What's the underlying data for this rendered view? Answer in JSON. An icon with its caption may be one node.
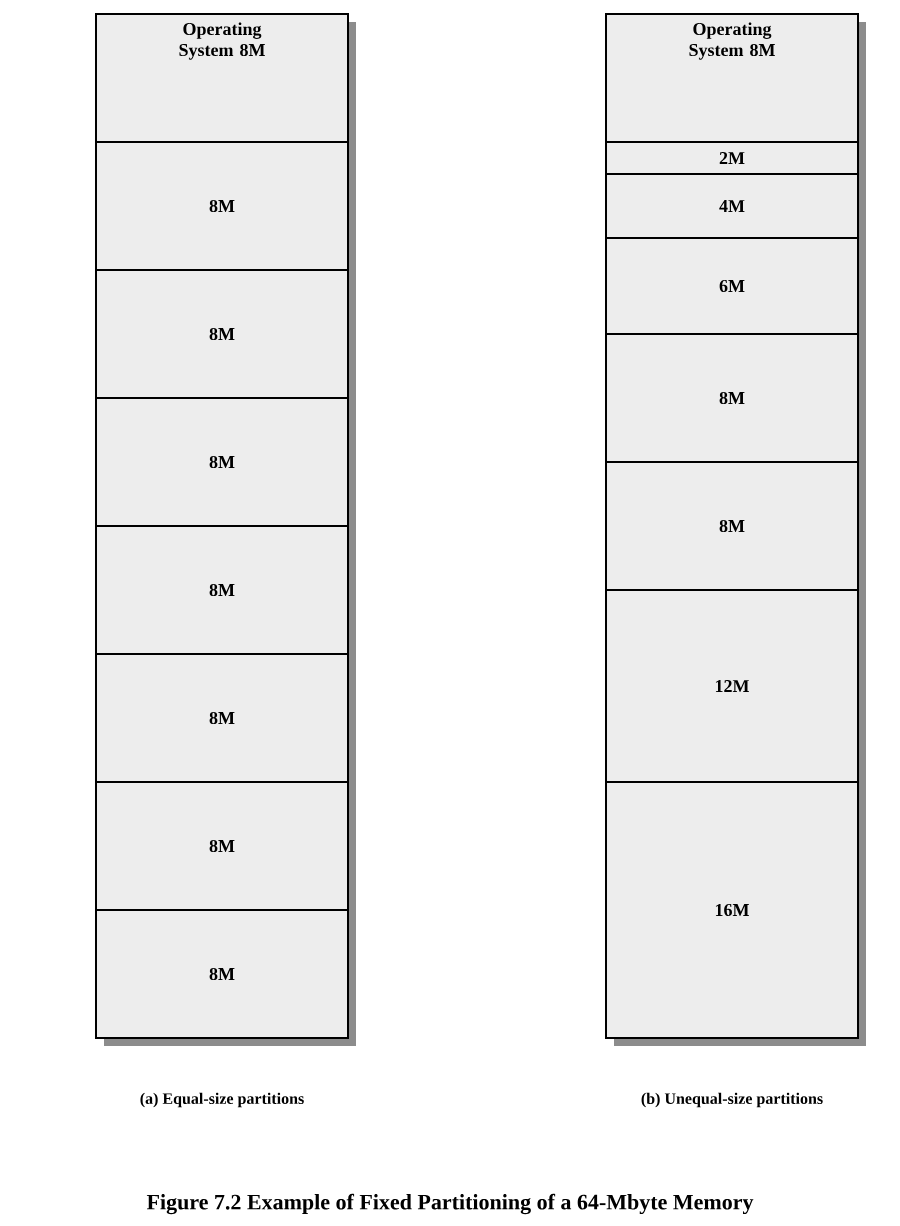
{
  "diagram": {
    "caption": "Figure 7.2  Example of Fixed Partitioning of a 64-Mbyte Memory",
    "nodes": [
      {
        "text": [
          "Operating System 8M"
        ]
      },
      {
        "text": [
          "8M"
        ]
      },
      {
        "text": [
          "8M"
        ]
      },
      {
        "text": [
          "8M"
        ]
      },
      {
        "text": [
          "8M"
        ]
      },
      {
        "text": [
          "8M"
        ]
      },
      {
        "text": [
          "8M"
        ]
      },
      {
        "text": [
          "8M"
        ]
      },
      {
        "text": [
          "Operating System 8M"
        ]
      },
      {
        "text": [
          "2M"
        ]
      },
      {
        "text": [
          "4M"
        ]
      },
      {
        "text": [
          "6M"
        ]
      },
      {
        "text": [
          "8M"
        ]
      },
      {
        "text": [
          "8M"
        ]
      },
      {
        "text": [
          "12M"
        ]
      },
      {
        "text": [
          "16M"
        ]
      }
    ],
    "labels": [
      "(a) Equal-size partitions",
      "(b) Unequal-size partitions"
    ]
  }
}
